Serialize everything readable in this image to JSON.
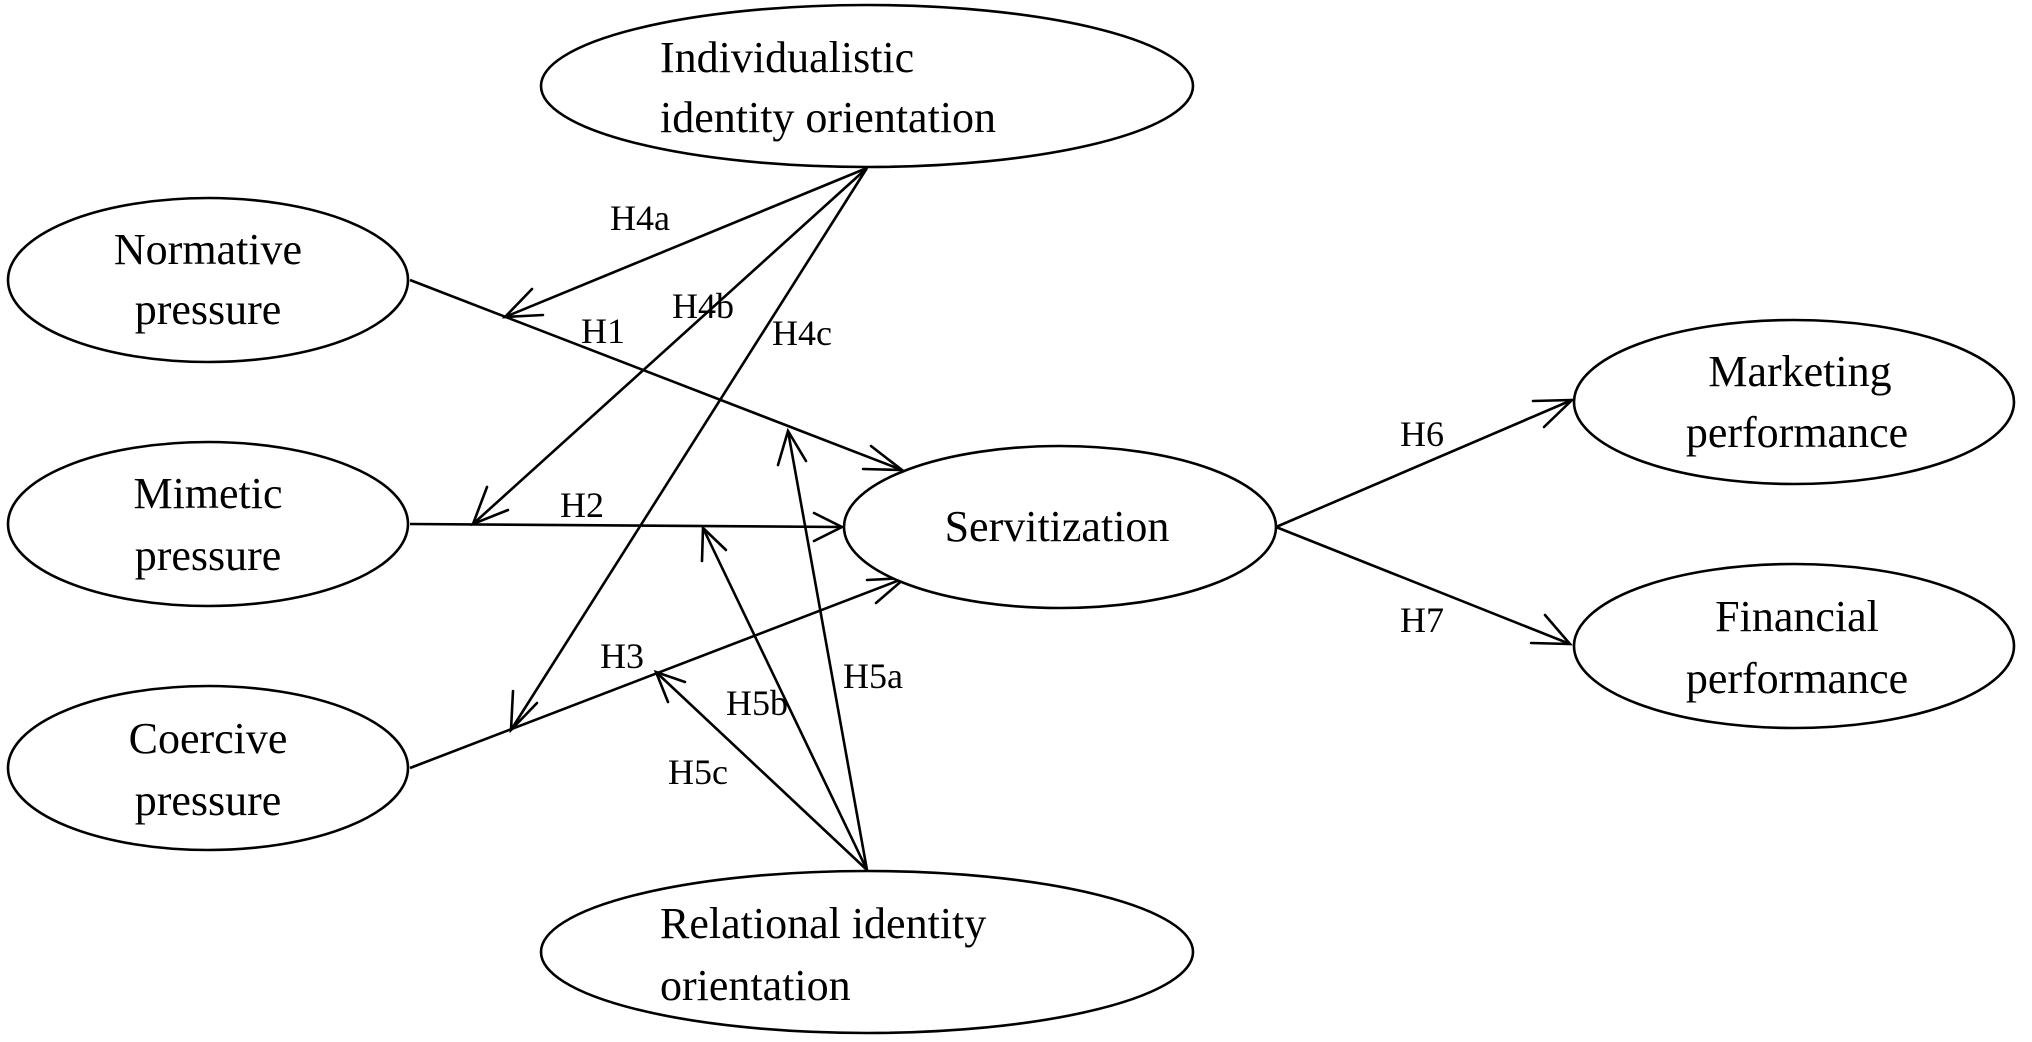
{
  "nodes": {
    "individualistic": [
      "Individualistic",
      "identity orientation"
    ],
    "normative": [
      "Normative",
      "pressure"
    ],
    "mimetic": [
      "Mimetic",
      "pressure"
    ],
    "coercive": [
      "Coercive",
      "pressure"
    ],
    "relational": [
      "Relational identity",
      "orientation"
    ],
    "servitization": [
      "Servitization"
    ],
    "marketing": [
      "Marketing",
      "performance"
    ],
    "financial": [
      "Financial",
      "performance"
    ]
  },
  "edges": {
    "H1": "H1",
    "H2": "H2",
    "H3": "H3",
    "H4a": "H4a",
    "H4b": "H4b",
    "H4c": "H4c",
    "H5a": "H5a",
    "H5b": "H5b",
    "H5c": "H5c",
    "H6": "H6",
    "H7": "H7"
  },
  "colors": {
    "stroke": "#000000",
    "background": "#ffffff"
  }
}
